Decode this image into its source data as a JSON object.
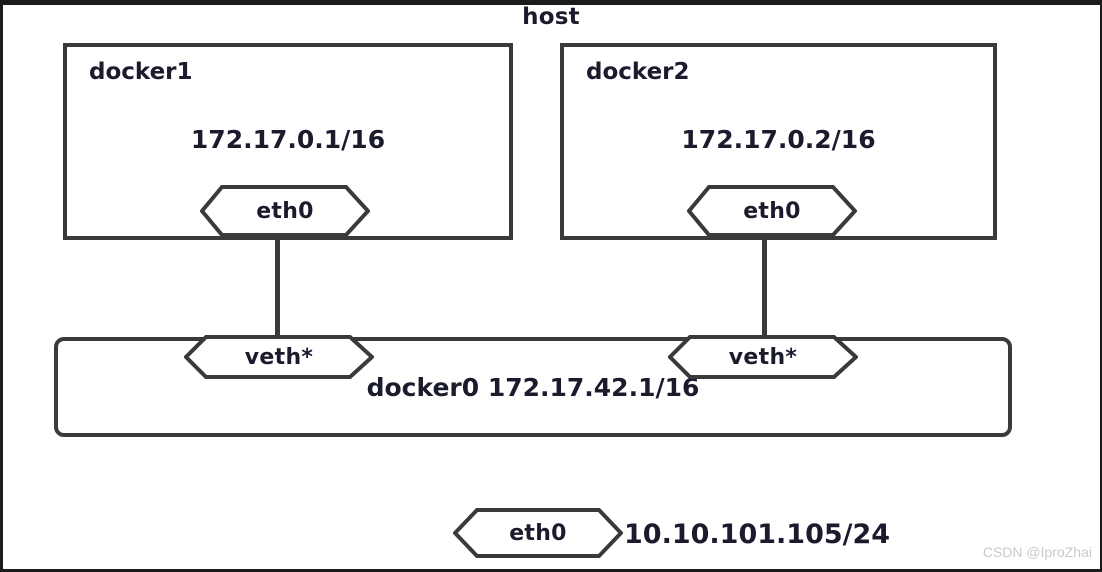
{
  "diagram": {
    "title": "host",
    "containers": [
      {
        "name": "docker1",
        "ip": "172.17.0.1/16",
        "interface": "eth0"
      },
      {
        "name": "docker2",
        "ip": "172.17.0.2/16",
        "interface": "eth0"
      }
    ],
    "bridge": {
      "label": "docker0 172.17.42.1/16",
      "interfaces": [
        "veth*",
        "veth*"
      ]
    },
    "host_interface": {
      "name": "eth0",
      "ip": "10.10.101.105/24"
    },
    "watermark": "CSDN @IproZhai",
    "colors": {
      "stroke": "#3a3a3a",
      "text": "#1b1b2e",
      "background": "#ffffff",
      "watermark": "#c9c9c9"
    }
  }
}
